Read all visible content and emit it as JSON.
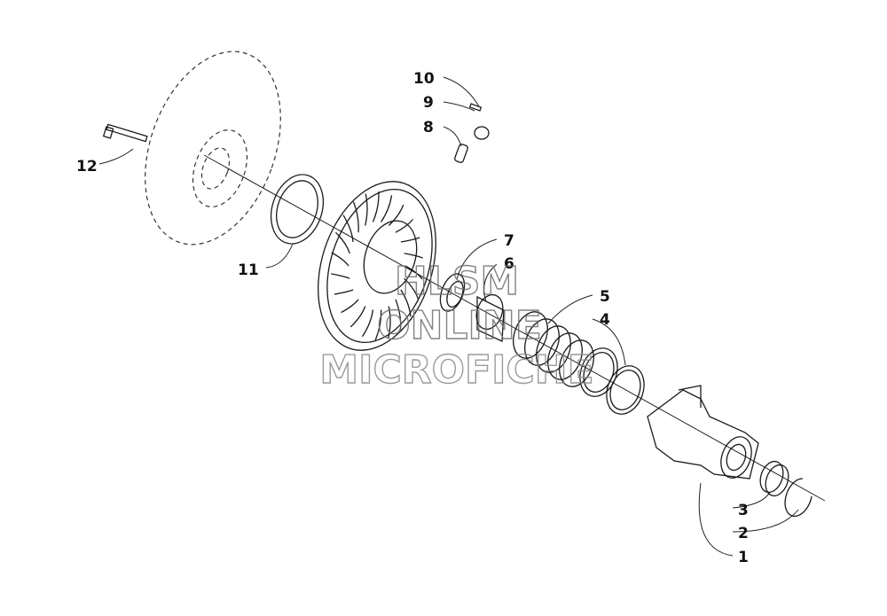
{
  "diagram": {
    "callouts": [
      "1",
      "2",
      "3",
      "4",
      "5",
      "6",
      "7",
      "8",
      "9",
      "10",
      "11",
      "12"
    ],
    "watermark": {
      "line1": "HLSM",
      "line2": "ONLINE",
      "line3": "MICROFICHE"
    },
    "colors": {
      "line": "#1a1a1a",
      "background": "#ffffff",
      "watermark": "#8a8a8a"
    }
  }
}
